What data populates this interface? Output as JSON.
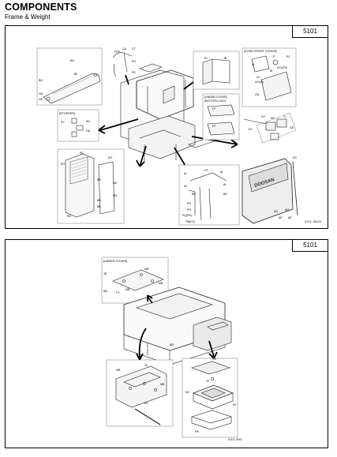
{
  "header": {
    "title": "COMPONENTS",
    "subtitle": "Frame & Weight"
  },
  "page1": {
    "id": "5101",
    "inset_labels": {
      "front_cover": "[XOSD,FRONT COVER]",
      "stopper": "[STOPPER]",
      "under_cover": "[UNDER COVER]",
      "batt_rollout": "(BATT.ROLLOUT)"
    },
    "callouts": {
      "tl_panel": [
        "BC",
        "JB",
        "BC",
        "HS",
        "XE"
      ],
      "pipes": [
        "FPP",
        "CA",
        "CT",
        "FH",
        "FR"
      ],
      "stopper": [
        "PY",
        "SD",
        "GD"
      ],
      "bracket_top": [
        "RI",
        "JB"
      ],
      "front_cover": [
        "VL",
        "JT",
        "RJ",
        "UGL(FH)",
        "GJ",
        "UGL(H)",
        "GN",
        "TA"
      ],
      "under_cover": [
        "FF",
        "FF"
      ],
      "fasteners": [
        "GY",
        "PK",
        "CI",
        "EV",
        "GE"
      ],
      "door": [
        "RC",
        "MY",
        "ED",
        "BB",
        "MZ",
        "BB",
        "MX",
        "BB",
        "EB"
      ],
      "tilt_parts": [
        "AI",
        "FS",
        "AI",
        "AJ",
        "AI",
        "BG",
        "BG",
        "PR",
        "PR",
        "PQ(PR)",
        "TIB(HY)"
      ],
      "counterweight": [
        "DC",
        "AG",
        "AH",
        "AF",
        "AE"
      ]
    },
    "figure_code": "5101-3NDA"
  },
  "page2": {
    "id": "5101",
    "inset_labels": {
      "under_cover": "[UNDER COVER]"
    },
    "callouts": {
      "cover": [
        "JE",
        "AB",
        "PY",
        "MB",
        "MB",
        "MB"
      ],
      "frame": [
        "BR"
      ],
      "plate": [
        "MB",
        "JC",
        "MB",
        "E2"
      ],
      "seat_parts": [
        "RA",
        "JF",
        "NZ",
        "RJ",
        "RK"
      ]
    },
    "figure_code": "5101-3ND"
  }
}
